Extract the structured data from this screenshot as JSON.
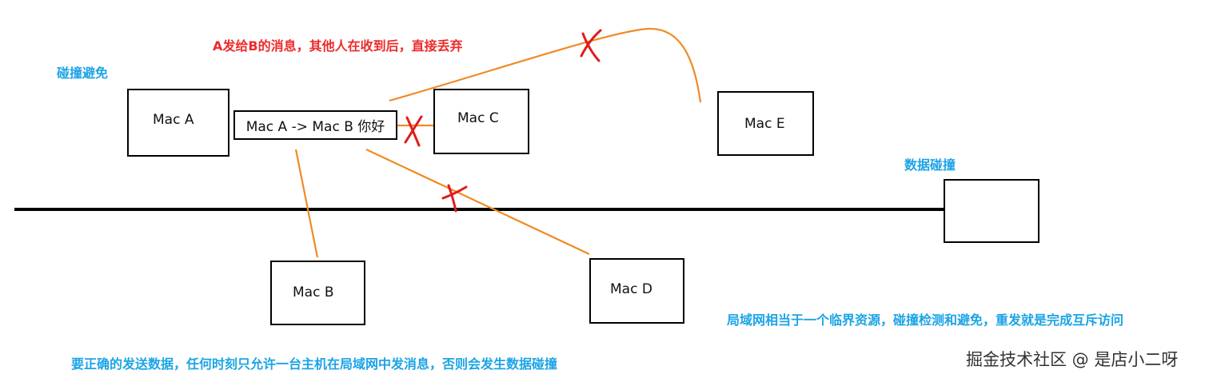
{
  "colors": {
    "red_note": "#ee2a2a",
    "blue_note": "#1ba4e6",
    "signal_line": "#f08a24",
    "blocked_mark": "#e01b1b",
    "bus_line": "#000000"
  },
  "hosts": {
    "mac_a": "Mac A",
    "mac_b": "Mac B",
    "mac_c": "Mac C",
    "mac_d": "Mac D",
    "mac_e": "Mac E"
  },
  "message": "Mac A -> Mac B 你好",
  "notes": {
    "collision_avoidance": "碰撞避免",
    "data_collision": "数据碰撞",
    "discard_note": "A发给B的消息，其他人在收到后，直接丢弃",
    "critical_resource": "局域网相当于一个临界资源，碰撞检测和避免，重发就是完成互斥访问",
    "rule": "要正确的发送数据，任何时刻只允许一台主机在局域网中发消息，否则会发生数据碰撞"
  },
  "watermark": "掘金技术社区 @ 是店小二呀"
}
